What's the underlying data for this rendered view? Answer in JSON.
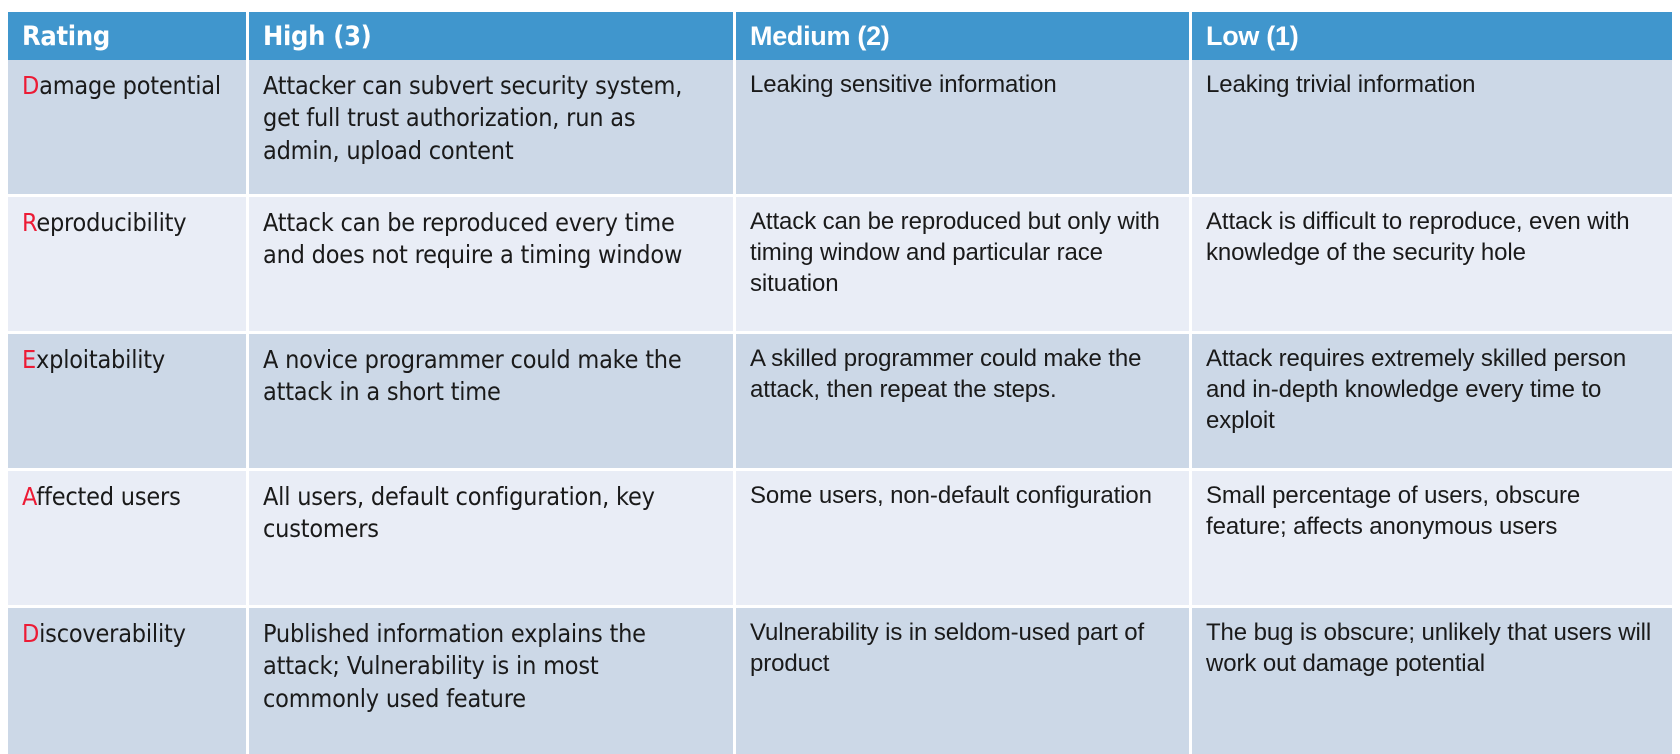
{
  "table": {
    "accent_color": "#4096cd",
    "header_text_color": "#ffffff",
    "row_shade_dark": "#ccd8e7",
    "row_shade_light": "#e9edf6",
    "dread_letter_color": "#ec1b35",
    "headers": [
      {
        "label": "Rating"
      },
      {
        "label": "High (3)"
      },
      {
        "label": "Medium (2)"
      },
      {
        "label": "Low (1)"
      }
    ],
    "rows": [
      {
        "rating_letter": "D",
        "rating_rest": "amage potential",
        "high": "Attacker can subvert security system, get full trust authorization, run as admin, upload content",
        "medium": "Leaking sensitive information",
        "low": "Leaking trivial information"
      },
      {
        "rating_letter": "R",
        "rating_rest": "eproducibility",
        "high": "Attack can be reproduced every time and does not require a timing window",
        "medium": "Attack can be reproduced but only with timing window and particular race situation",
        "low": "Attack is difficult to reproduce, even with knowledge of the security hole"
      },
      {
        "rating_letter": "E",
        "rating_rest": "xploitability",
        "high": "A novice programmer could make the attack in a short time",
        "medium": "A skilled programmer could make the attack, then repeat the steps.",
        "low": "Attack requires extremely skilled person and in-depth knowledge every time to exploit"
      },
      {
        "rating_letter": "A",
        "rating_rest": "ffected users",
        "high": "All users, default configuration, key customers",
        "medium": "Some users, non-default configuration",
        "low": "Small percentage of users, obscure feature; affects anonymous users"
      },
      {
        "rating_letter": "D",
        "rating_rest": "iscoverability",
        "high": "Published information explains the attack; Vulnerability is in most commonly used feature",
        "medium": "Vulnerability is in seldom-used part of product",
        "low": "The bug is obscure; unlikely that users will work out damage potential"
      }
    ]
  }
}
